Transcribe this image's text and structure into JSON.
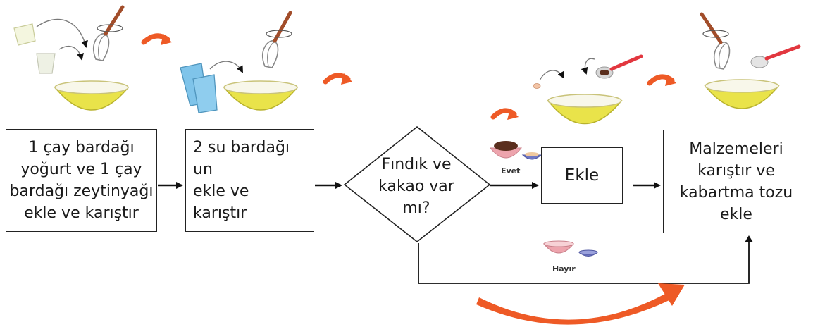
{
  "diagram": {
    "step1": "1 çay bardağı\nyoğurt  ve 1 çay\nbardağı zeytinyağı\nekle ve karıştır",
    "step2": "2 su bardağı un\nekle ve\nkarıştır",
    "decision": "Fındık ve\nkakao var\nmı?",
    "add": "Ekle",
    "final": "Malzemeleri\nkarıştır ve\nkabartma tozu\nekle",
    "yes_label": "Evet",
    "no_label": "Hayır"
  },
  "colors": {
    "bowl_yellow": "#e9e34a",
    "bowl_rim": "#f8f7ea",
    "arrow_orange": "#ee5a26",
    "cup_blue": "#7fc4ea",
    "pink_bowl": "#eda4ad",
    "purple_bowl": "#6f77c4",
    "whisk_handle": "#a24d2a",
    "spoon_handle": "#e2373f"
  },
  "icons": [
    "bowl-icon",
    "whisk-icon",
    "yogurt-cup-icon",
    "water-glass-icon",
    "spoon-icon",
    "curved-orange-arrow-icon",
    "cocoa-bowl-icon",
    "nuts-bowl-icon",
    "empty-bowl-icon"
  ]
}
